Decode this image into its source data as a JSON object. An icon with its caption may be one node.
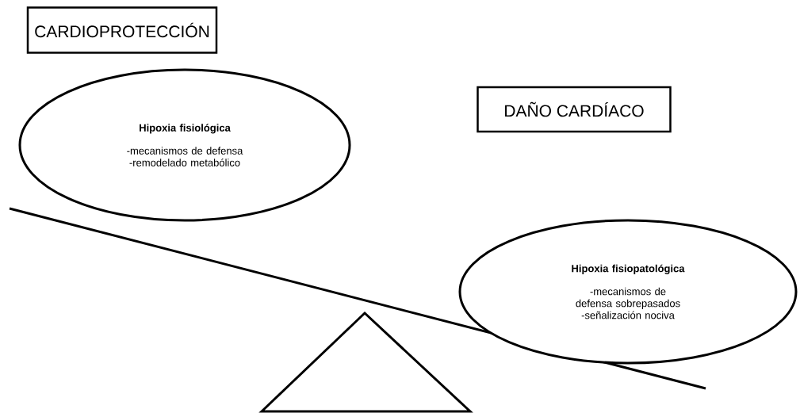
{
  "diagram": {
    "nodes": [
      {
        "text": [
          "CARDIOPROTECCIÓN"
        ]
      },
      {
        "text": [
          "Hipoxia fisiológica",
          "-mecanismos de defensa",
          "-remodelado metabólico"
        ]
      },
      {
        "text": [
          "DAÑO CARDÍACO"
        ]
      },
      {
        "text": [
          "Hipoxia fisiopatológica",
          "-mecanismos de defensa sobrepasados",
          "-señalización nociva"
        ]
      }
    ]
  }
}
